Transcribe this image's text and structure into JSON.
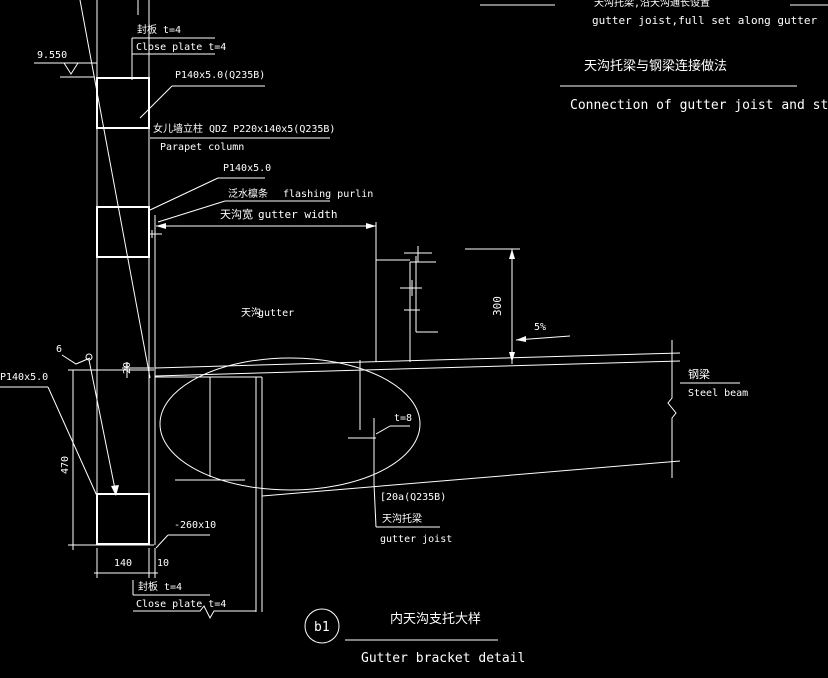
{
  "title_block": {
    "cn_title": "天沟托梁与钢梁连接做法",
    "en_title": "Connection of gutter joist and steel beam",
    "top_cn": "天沟托梁,沿天沟通长设置",
    "top_en": "gutter joist,full set along gutter"
  },
  "labels": {
    "plate_cn_top": "封板 t=4",
    "plate_en_top": "Close plate t=4",
    "elevation": "9.550",
    "tube_upper": "P140x5.0(Q235B)",
    "parapet_cn": "女儿墙立柱 QDZ  P220x140x5(Q235B)",
    "parapet_en": "Parapet column",
    "tube_mid": "P140x5.0",
    "purlin_cn": "泛水檩条",
    "purlin_en": "flashing purlin",
    "width_cn": "天沟宽",
    "width_en": "gutter width",
    "gutter_cn": "天沟",
    "gutter_en": "gutter",
    "dim_300": "300",
    "slope": "5%",
    "beam_cn": "钢梁",
    "beam_en": "Steel beam",
    "tube_left": "P140x5.0",
    "weld": "6",
    "dim_20": "20",
    "dim_470": "470",
    "stiffener": "t=8",
    "plate_260": "-260x10",
    "joist_section": "[20a(Q235B)",
    "joist_cn": "天沟托梁",
    "joist_en": "gutter joist",
    "dim_140": "140",
    "dim_10": "10",
    "plate_cn_bot": "封板 t=4",
    "plate_en_bot": "Close plate t=4"
  },
  "detail": {
    "tag": "b1",
    "cn_title": "内天沟支托大样",
    "en_title": "Gutter bracket detail"
  }
}
